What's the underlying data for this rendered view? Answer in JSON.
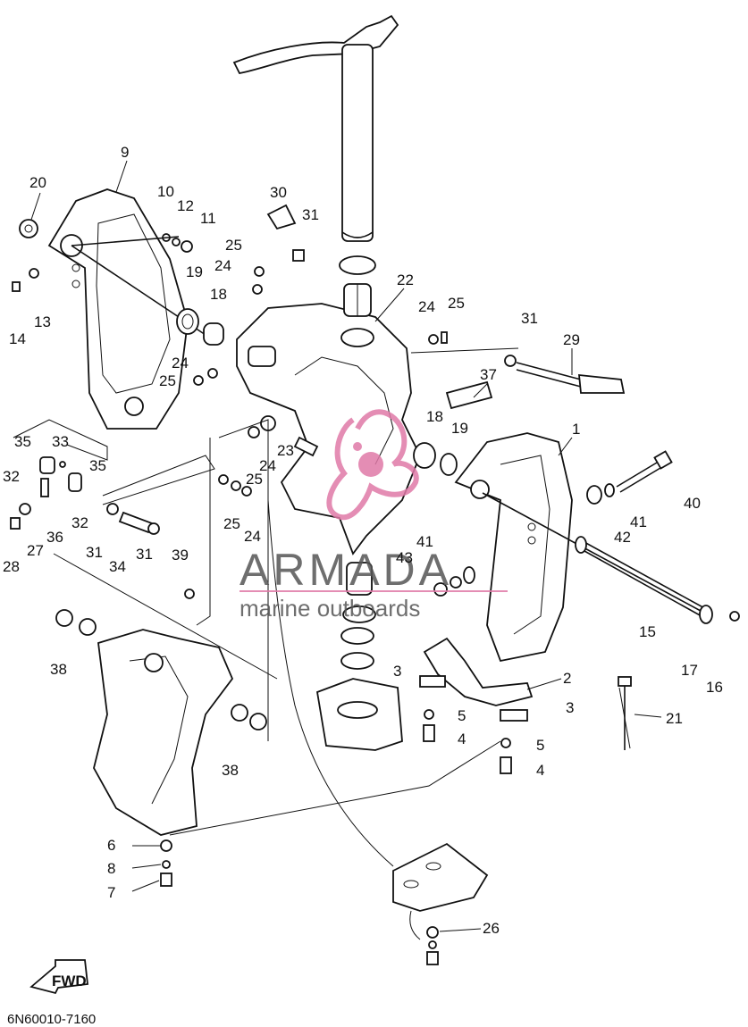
{
  "diagram_code": "6N60010-7160",
  "fwd_label": "FWD",
  "watermark": {
    "brand": "ARMADA",
    "tagline": "marine outboards",
    "accent_color": "#e07aa8",
    "text_color": "#555555"
  },
  "part_labels": [
    {
      "id": "l1",
      "text": "1"
    },
    {
      "id": "l2",
      "text": "2"
    },
    {
      "id": "l3a",
      "text": "3"
    },
    {
      "id": "l3b",
      "text": "3"
    },
    {
      "id": "l4a",
      "text": "4"
    },
    {
      "id": "l4b",
      "text": "4"
    },
    {
      "id": "l5a",
      "text": "5"
    },
    {
      "id": "l5b",
      "text": "5"
    },
    {
      "id": "l6",
      "text": "6"
    },
    {
      "id": "l7",
      "text": "7"
    },
    {
      "id": "l8",
      "text": "8"
    },
    {
      "id": "l9",
      "text": "9"
    },
    {
      "id": "l10",
      "text": "10"
    },
    {
      "id": "l11",
      "text": "11"
    },
    {
      "id": "l12",
      "text": "12"
    },
    {
      "id": "l13",
      "text": "13"
    },
    {
      "id": "l14",
      "text": "14"
    },
    {
      "id": "l15",
      "text": "15"
    },
    {
      "id": "l16",
      "text": "16"
    },
    {
      "id": "l17",
      "text": "17"
    },
    {
      "id": "l18a",
      "text": "18"
    },
    {
      "id": "l18b",
      "text": "18"
    },
    {
      "id": "l19a",
      "text": "19"
    },
    {
      "id": "l19b",
      "text": "19"
    },
    {
      "id": "l20",
      "text": "20"
    },
    {
      "id": "l21",
      "text": "21"
    },
    {
      "id": "l22",
      "text": "22"
    },
    {
      "id": "l23",
      "text": "23"
    },
    {
      "id": "l24a",
      "text": "24"
    },
    {
      "id": "l24b",
      "text": "24"
    },
    {
      "id": "l24c",
      "text": "24"
    },
    {
      "id": "l24d",
      "text": "24"
    },
    {
      "id": "l24e",
      "text": "24"
    },
    {
      "id": "l25a",
      "text": "25"
    },
    {
      "id": "l25b",
      "text": "25"
    },
    {
      "id": "l25c",
      "text": "25"
    },
    {
      "id": "l25d",
      "text": "25"
    },
    {
      "id": "l25e",
      "text": "25"
    },
    {
      "id": "l26",
      "text": "26"
    },
    {
      "id": "l27",
      "text": "27"
    },
    {
      "id": "l28",
      "text": "28"
    },
    {
      "id": "l29",
      "text": "29"
    },
    {
      "id": "l30",
      "text": "30"
    },
    {
      "id": "l31a",
      "text": "31"
    },
    {
      "id": "l31b",
      "text": "31"
    },
    {
      "id": "l31c",
      "text": "31"
    },
    {
      "id": "l31d",
      "text": "31"
    },
    {
      "id": "l32a",
      "text": "32"
    },
    {
      "id": "l32b",
      "text": "32"
    },
    {
      "id": "l33",
      "text": "33"
    },
    {
      "id": "l34",
      "text": "34"
    },
    {
      "id": "l35a",
      "text": "35"
    },
    {
      "id": "l35b",
      "text": "35"
    },
    {
      "id": "l36",
      "text": "36"
    },
    {
      "id": "l37",
      "text": "37"
    },
    {
      "id": "l38a",
      "text": "38"
    },
    {
      "id": "l38b",
      "text": "38"
    },
    {
      "id": "l39",
      "text": "39"
    },
    {
      "id": "l40",
      "text": "40"
    },
    {
      "id": "l41a",
      "text": "41"
    },
    {
      "id": "l41b",
      "text": "41"
    },
    {
      "id": "l42",
      "text": "42"
    },
    {
      "id": "l43",
      "text": "43"
    }
  ]
}
